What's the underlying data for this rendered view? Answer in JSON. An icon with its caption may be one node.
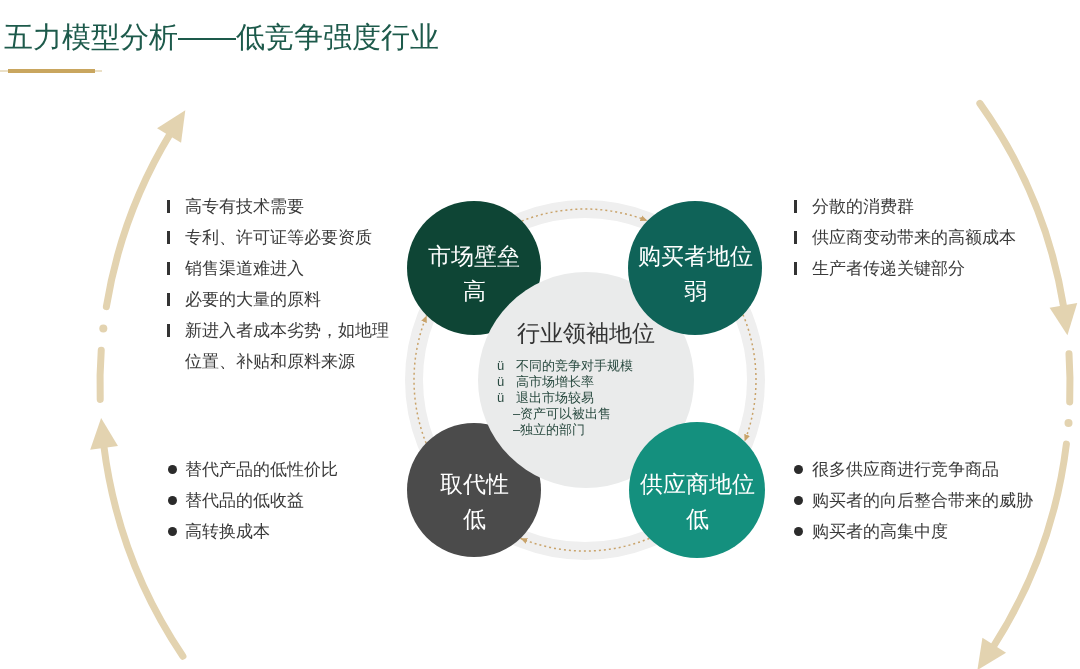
{
  "diagram": {
    "title": "五力模型分析——低竞争强度行业",
    "nodes": [
      {
        "text": [
          "市场壁垒高"
        ],
        "beside": [
          "高专有技术需要",
          "专利、许可证等必要资质",
          "销售渠道难进入",
          "必要的大量的原料",
          "新进入者成本劣势，如地理位置、补贴和原料来源"
        ]
      },
      {
        "text": [
          "购买者地位弱"
        ],
        "beside": [
          "分散的消费群",
          "供应商变动带来的高额成本",
          "生产者传递关键部分"
        ]
      },
      {
        "text": [
          "行业领袖地位",
          "ü 不同的竞争对手规模",
          "ü 高市场增长率",
          "ü 退出市场较易",
          "–资产可以被出售",
          "–独立的部门"
        ]
      },
      {
        "text": [
          "取代性低"
        ],
        "beside": [
          "替代产品的低性价比",
          "替代品的低收益",
          "高转换成本"
        ]
      },
      {
        "text": [
          "供应商地位低"
        ],
        "beside": [
          "很多供应商进行竞争商品",
          "购买者的向后整合带来的威胁",
          "购买者的高集中度"
        ]
      }
    ],
    "edges": [
      {
        "from": 0,
        "to": 1,
        "arrow": "to",
        "style": "dashed"
      },
      {
        "from": 1,
        "to": 4,
        "arrow": "to",
        "style": "dashed"
      },
      {
        "from": 4,
        "to": 3,
        "arrow": "to",
        "style": "dashed"
      },
      {
        "from": 3,
        "to": 0,
        "arrow": "to",
        "style": "dashed"
      }
    ]
  }
}
